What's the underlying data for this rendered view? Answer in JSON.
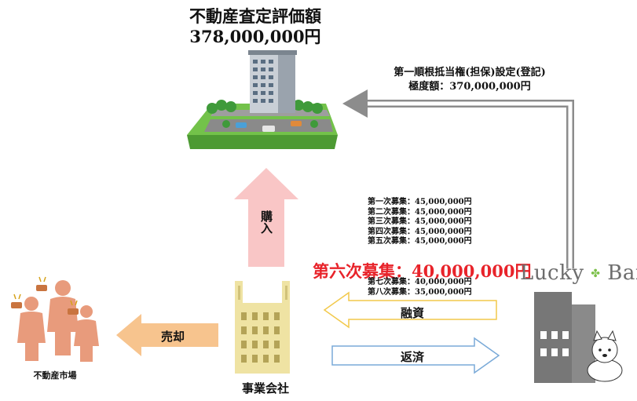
{
  "appraisal": {
    "label": "不動産査定評価額",
    "amount": "378,000,000円"
  },
  "mortgage": {
    "line1": "第一順根抵当権(担保)設定(登記)",
    "line2": "極度額：370,000,000円"
  },
  "rounds_before": [
    "第一次募集：45,000,000円",
    "第二次募集：45,000,000円",
    "第三次募集：45,000,000円",
    "第四次募集：45,000,000円",
    "第五次募集：45,000,000円"
  ],
  "round_highlight": "第六次募集：40,000,000円",
  "rounds_after": [
    "第七次募集：40,000,000円",
    "第八次募集：35,000,000円"
  ],
  "arrows": {
    "purchase": "購入",
    "sale": "売却",
    "financing": "融資",
    "repayment": "返済"
  },
  "labels": {
    "market": "不動産市場",
    "company": "事業会社"
  },
  "brand": {
    "name_part1": "Lucky",
    "name_part2": "Bank"
  },
  "colors": {
    "highlight_red": "#e8232a",
    "pink_arrow": "#f9c6c6",
    "orange_arrow": "#f7c48e",
    "yellow_border": "#f2c94c",
    "blue_border": "#7aaad8",
    "building_yellow": "#efe3a3",
    "people": "#e89b7c",
    "bank_gray": "#777777",
    "green_lawn": "#5aae3c"
  }
}
